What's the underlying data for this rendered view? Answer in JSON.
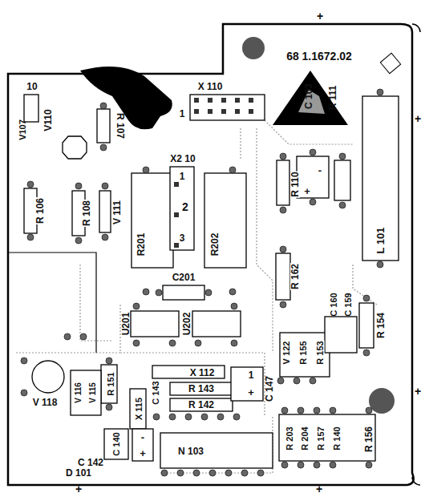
{
  "diagram": {
    "labels": [
      "68 1.1672.02",
      "10",
      "X 110",
      "1",
      "V107",
      "V110",
      "R 107",
      "X2 10",
      "1",
      "2",
      "3",
      "C 103",
      "R 111",
      "R 110",
      "L 101",
      "R 106",
      "R 108",
      "V 111",
      "R201",
      "R202",
      "C201",
      "R 162",
      "C 160",
      "C 159",
      "R 154",
      "U201",
      "U202",
      "V 122",
      "R 155",
      "R 153",
      "X 112",
      "R 143",
      "R 142",
      "C 147",
      "R 151",
      "X 115",
      "C 143",
      "V 118",
      "V 116",
      "V 115",
      "C 142",
      "C 140",
      "D 101",
      "N 103",
      "R 203",
      "R 204",
      "R 157",
      "R 140",
      "R 156",
      "+",
      "+",
      "+",
      "+",
      "+",
      "+",
      "-",
      "1",
      "+",
      "-",
      "+"
    ]
  }
}
